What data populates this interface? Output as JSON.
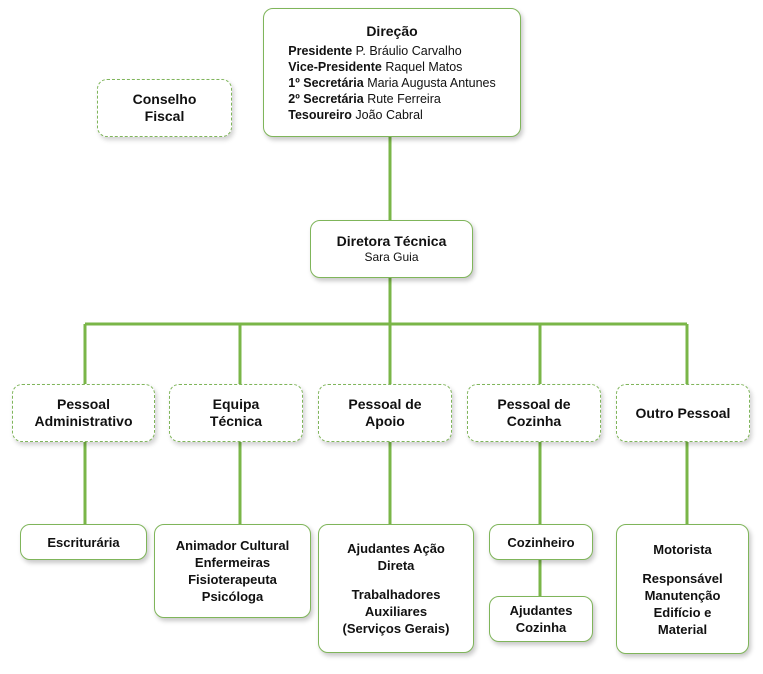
{
  "direcao": {
    "title": "Direção",
    "members": [
      {
        "role": "Presidente",
        "name": "P. Bráulio Carvalho"
      },
      {
        "role": "Vice-Presidente",
        "name": "Raquel Matos"
      },
      {
        "role": "1º Secretária",
        "name": "Maria Augusta Antunes"
      },
      {
        "role": "2º Secretária",
        "name": "Rute Ferreira"
      },
      {
        "role": "Tesoureiro",
        "name": "João Cabral"
      }
    ]
  },
  "conselho": {
    "line1": "Conselho",
    "line2": "Fiscal"
  },
  "diretora": {
    "title": "Diretora Técnica",
    "name": "Sara Guia"
  },
  "departments": {
    "administrativo": {
      "line1": "Pessoal",
      "line2": "Administrativo"
    },
    "equipa": {
      "line1": "Equipa",
      "line2": "Técnica"
    },
    "apoio": {
      "line1": "Pessoal de",
      "line2": "Apoio"
    },
    "cozinha": {
      "line1": "Pessoal de",
      "line2": "Cozinha"
    },
    "outro": {
      "line1": "Outro Pessoal"
    }
  },
  "staff": {
    "escrituraria": "Escriturária",
    "equipa": [
      "Animador Cultural",
      "Enfermeiras",
      "Fisioterapeuta",
      "Psicóloga"
    ],
    "apoio": {
      "group1": [
        "Ajudantes Ação",
        "Direta"
      ],
      "group2": [
        "Trabalhadores",
        "Auxiliares",
        "(Serviços Gerais)"
      ]
    },
    "cozinheiro": "Cozinheiro",
    "ajudantes_cozinha": [
      "Ajudantes",
      "Cozinha"
    ],
    "outro": {
      "group1": "Motorista",
      "group2": [
        "Responsável",
        "Manutenção",
        "Edifício e",
        "Material"
      ]
    }
  },
  "colors": {
    "line": "#7ab648",
    "border": "#7fb55a"
  }
}
